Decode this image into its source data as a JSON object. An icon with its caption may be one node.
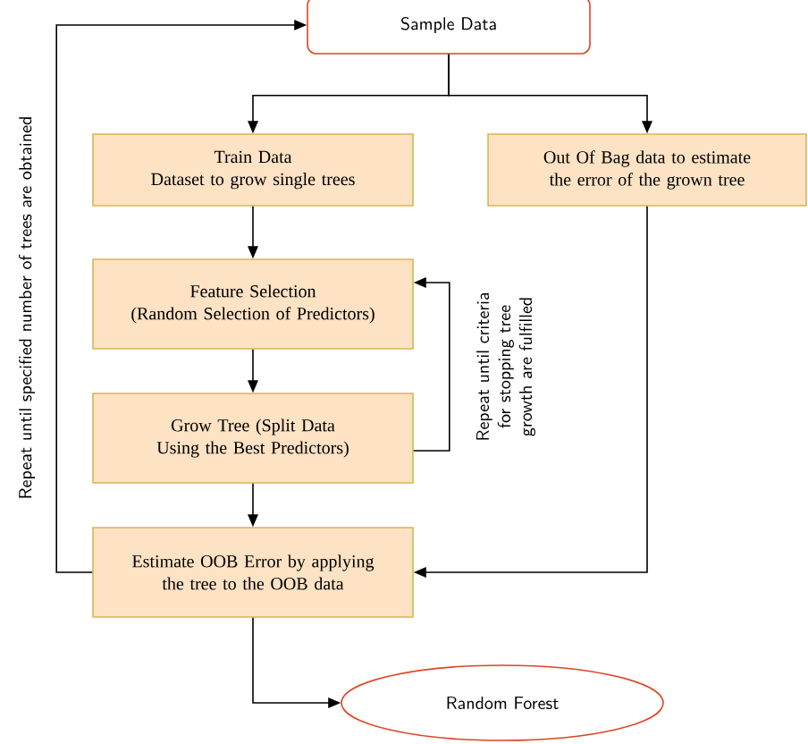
{
  "diagram": {
    "nodes": [
      {
        "text": [
          "Sample Data"
        ]
      },
      {
        "text": [
          "Train Data",
          "Dataset to grow single trees"
        ]
      },
      {
        "text": [
          "Out Of Bag data to estimate the error of the grown tree"
        ]
      },
      {
        "text": [
          "Feature Selection",
          "(Random Selection of Predictors)"
        ]
      },
      {
        "text": [
          "Grow Tree (Split Data Using the Best Predictors)"
        ]
      },
      {
        "text": [
          "Estimate OOB Error by applying the tree to the OOB data"
        ]
      },
      {
        "text": [
          "Random Forest"
        ]
      }
    ],
    "edges": [
      {
        "from": 0,
        "to": 1,
        "arrow": "to"
      },
      {
        "from": 0,
        "to": 2,
        "arrow": "to"
      },
      {
        "from": 1,
        "to": 3,
        "arrow": "to"
      },
      {
        "from": 3,
        "to": 4,
        "arrow": "to"
      },
      {
        "from": 4,
        "to": 3,
        "arrow": "to",
        "label": "Repeat until criteria for stopping tree growth are fulfilled"
      },
      {
        "from": 2,
        "to": 5,
        "arrow": "to"
      },
      {
        "from": 4,
        "to": 5,
        "arrow": "to"
      },
      {
        "from": 5,
        "to": 0,
        "arrow": "to",
        "label": "Repeat until specified number of trees are obtained"
      },
      {
        "from": 5,
        "to": 6,
        "arrow": "to"
      }
    ]
  }
}
